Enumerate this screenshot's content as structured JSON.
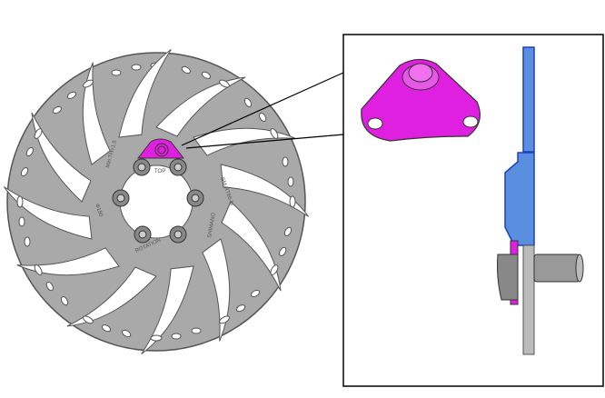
{
  "rotor": {
    "thickness_label": "Min.TH=1.5",
    "model_label": "SM-RT66-M",
    "diameter_label": "Φ180",
    "rotation_label": "ROTATION",
    "brand_label": "SHIMANO",
    "top_label": "TOP"
  },
  "colors": {
    "rotor": "#a9a9a9",
    "highlight": "#e020e0",
    "section_blue": "#5a8fe0",
    "outline": "#222222"
  }
}
